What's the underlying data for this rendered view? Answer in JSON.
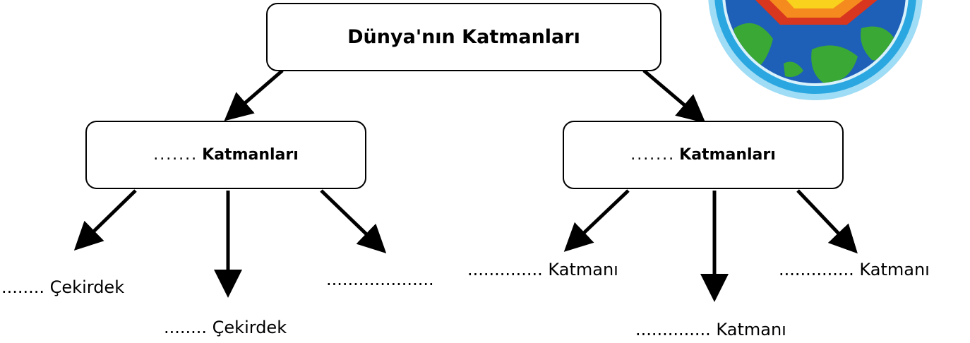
{
  "diagram": {
    "root": {
      "title": "Dünya'nın Katmanları"
    },
    "left": {
      "dots": ".......",
      "label": "Katmanları",
      "children": [
        "........ Çekirdek",
        "........ Çekirdek",
        "...................."
      ]
    },
    "right": {
      "dots": ".......",
      "label": "Katmanları",
      "children": [
        ".............. Katmanı",
        ".............. Katmanı",
        ".............. Katmanı"
      ]
    }
  },
  "colors": {
    "line": "#000000",
    "globe_ring": "#2aa7e0",
    "globe_ocean": "#1e5fb8",
    "globe_land": "#3aa835",
    "globe_core_orange": "#f58a1f",
    "globe_core_yellow": "#f8d21c",
    "globe_core_red": "#d8361f"
  }
}
